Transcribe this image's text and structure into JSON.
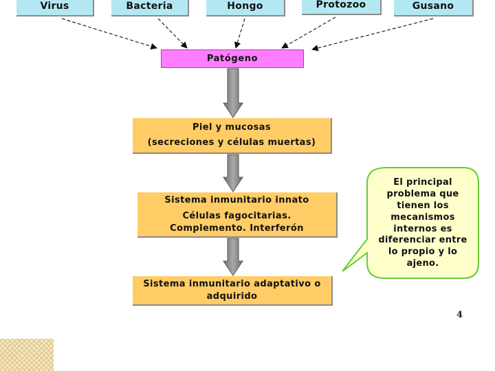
{
  "pathogen_sources": [
    "Virus",
    "Bacteria",
    "Hongo",
    "Protozoo",
    "Gusano"
  ],
  "pathogen": "Patógeno",
  "skin": {
    "title": "Piel y mucosas",
    "subtitle": "(secreciones y células muertas)"
  },
  "innate": {
    "title": "Sistema inmunitario innato",
    "line1": "Células fagocitarias.",
    "line2": "Complemento. Interferón"
  },
  "adaptive": {
    "line1": "Sistema inmunitario adaptativo o",
    "line2": "adquirido"
  },
  "callout": {
    "lines": [
      "El principal",
      "problema que",
      "tienen los",
      "mecanismos",
      "internos es",
      "diferenciar entre",
      "lo propio y lo",
      "ajeno."
    ]
  },
  "page_number": "4",
  "colors": {
    "source_box": "#b3e8f2",
    "pathogen_box": "#ff7dff",
    "stage_box": "#ffcc66",
    "callout_fill": "#ffffcc",
    "callout_border": "#66cc33",
    "arrow": "#808080"
  }
}
